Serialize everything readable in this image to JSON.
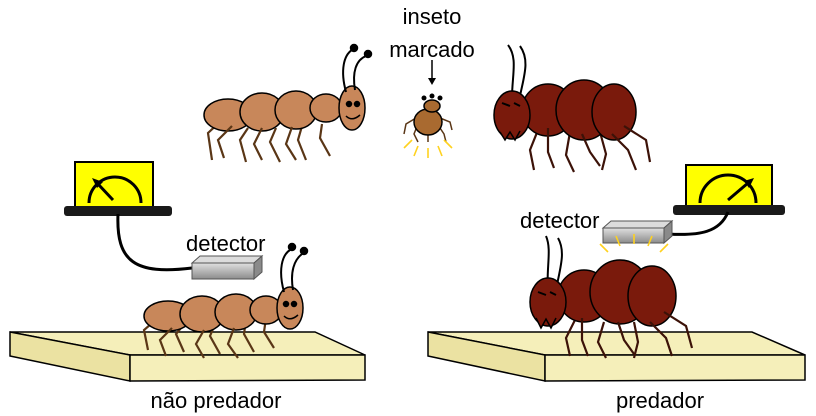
{
  "labels": {
    "tagged_insect": [
      "inseto",
      "marcado"
    ],
    "detector_left": "detector",
    "detector_right": "detector",
    "non_predator": "não predador",
    "predator": "predador"
  },
  "colors": {
    "non_predator_body": "#c8875a",
    "predator_body": "#7a1a0c",
    "tagged_insect_body": "#a96a30",
    "meter_face": "#ffff00",
    "platform": "#f5efba",
    "glow": "#ffd21f",
    "detector_box": "#b5b5b5"
  },
  "icons": {
    "meter_left": "meter-low-icon",
    "meter_right": "meter-high-icon"
  }
}
